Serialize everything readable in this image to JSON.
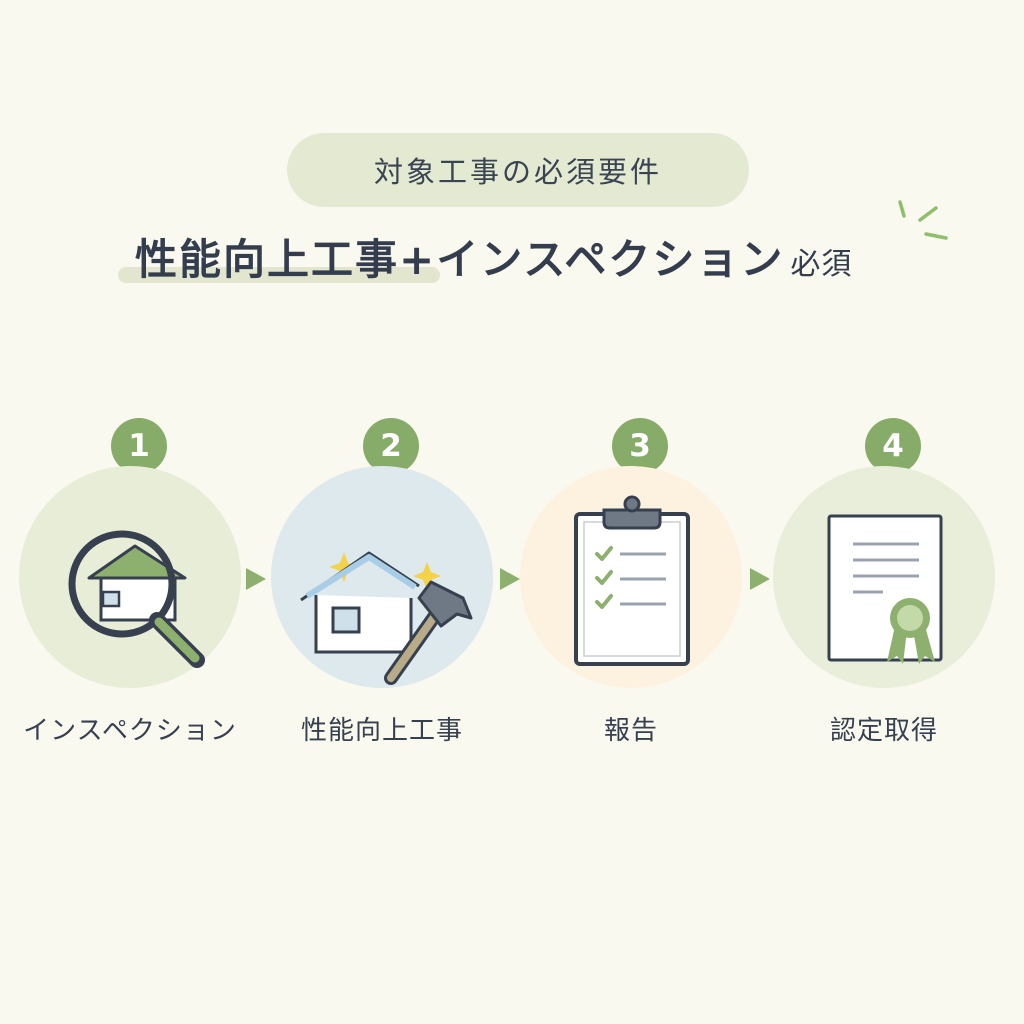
{
  "header": {
    "pill_text": "対象工事の必須要件",
    "headline_main": "性能向上工事+インスペクション",
    "headline_suffix": "必須"
  },
  "steps": [
    {
      "number": "1",
      "label": "インスペクション",
      "icon": "magnifier-house-icon",
      "bg": "#e7edd7"
    },
    {
      "number": "2",
      "label": "性能向上工事",
      "icon": "house-hammer-icon",
      "bg": "#dde9ec"
    },
    {
      "number": "3",
      "label": "報告",
      "icon": "clipboard-checklist-icon",
      "bg": "#fdf2df"
    },
    {
      "number": "4",
      "label": "認定取得",
      "icon": "certificate-icon",
      "bg": "#e9eedb"
    }
  ],
  "colors": {
    "accent_green": "#87ab69",
    "text_dark": "#333d4d",
    "background": "#faf9ef"
  }
}
